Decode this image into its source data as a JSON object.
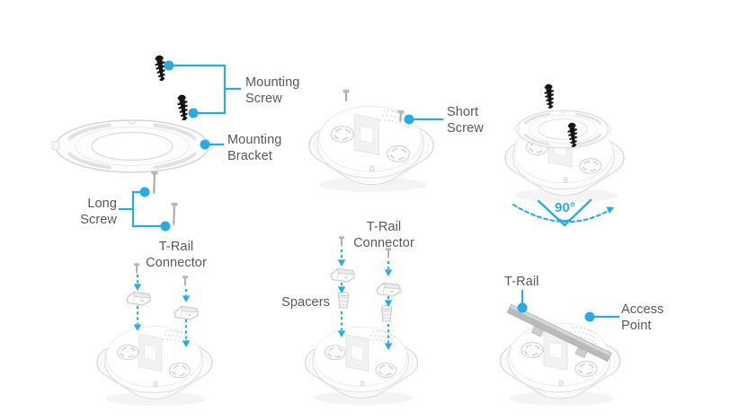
{
  "diagram": {
    "accent_color": "#29abe2",
    "text_color": "#55575b",
    "labels": {
      "mounting_screw": "Mounting\nScrew",
      "mounting_bracket": "Mounting\nBracket",
      "long_screw": "Long\nScrew",
      "t_rail_connector_left": "T-Rail\nConnector",
      "short_screw": "Short\nScrew",
      "t_rail_connector_mid": "T-Rail\nConnector",
      "spacers": "Spacers",
      "rotation_angle": "90°",
      "t_rail": "T-Rail",
      "access_point": "Access\nPoint"
    }
  }
}
